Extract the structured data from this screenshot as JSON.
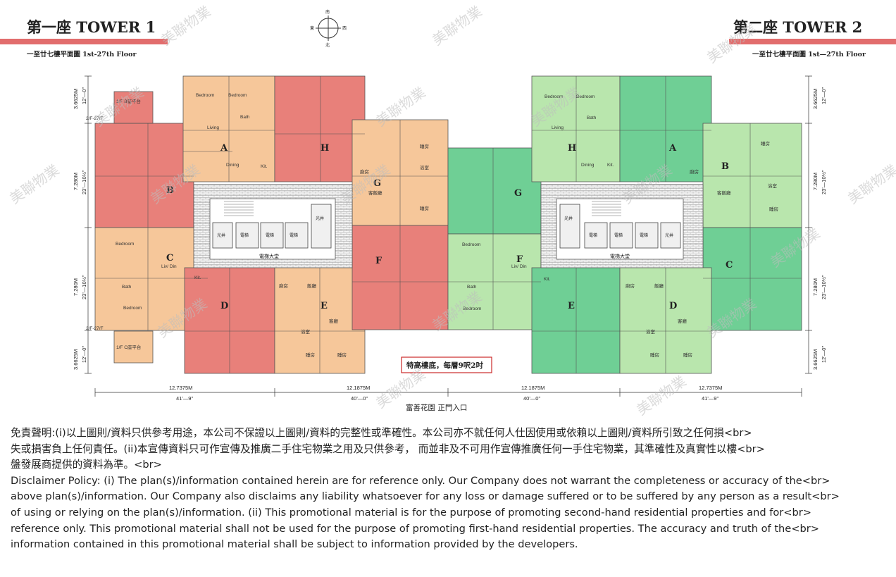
{
  "tower1": {
    "title": "第一座 TOWER 1",
    "floors": "一至廿七樓平面圖 1st-27th Floor"
  },
  "tower2": {
    "title": "第二座 TOWER 2",
    "floors": "一至廿七樓平面圖 1st—27th Floor"
  },
  "compass": {
    "north": "南",
    "west": "東",
    "east": "西",
    "south": "北"
  },
  "labels": {
    "entrance": "富善花園 正門入口",
    "special_floor": "特高樓底，每層9呎2吋",
    "lift_lobby": "電梯大堂",
    "platform_b": "1/F B座平台",
    "platform_c": "1/F C座平台",
    "floors_2_27": "2/F-27/F",
    "platform": "平台",
    "lift": "電梯",
    "shaft": "光井"
  },
  "unit_letters": {
    "t1": [
      "A",
      "H",
      "B",
      "C",
      "D",
      "E",
      "F",
      "G"
    ],
    "t2": [
      "H",
      "A",
      "B",
      "C",
      "E",
      "D",
      "F",
      "G"
    ]
  },
  "room_labels": {
    "bedroom": "Bedroom",
    "living": "Living",
    "dining": "Dining",
    "bath": "Bath",
    "kit": "Kit.",
    "liv_din": "Liv/ Din",
    "sleep": "睡房",
    "kitchen": "廚房",
    "dining_zh": "飯廳",
    "bath_zh": "浴室",
    "living_zh": "客廳",
    "living_dining_zh": "客飯廳"
  },
  "dimensions": {
    "bottom": [
      "12.7375M",
      "12.1875M",
      "12.1875M",
      "12.7375M"
    ],
    "bottom_ft": [
      "41'—9\"",
      "40'—0\"",
      "40'—0\"",
      "41'—9\""
    ],
    "side_m": [
      "3.6625M",
      "7.280M",
      "7.280M",
      "3.6625M"
    ],
    "side_ft": [
      "12'—0\"",
      "23'—10½\"",
      "23'—10½\"",
      "12'—0\""
    ]
  },
  "watermark": "美聯物業",
  "colors": {
    "red": "#e8807a",
    "orange": "#f6c79a",
    "green_dark": "#6fcf95",
    "green_light": "#b9e6ad",
    "accent_bar": "#e26d6d"
  },
  "disclaimer": {
    "zh_1": "免責聲明:(i)以上圖則/資料只供參考用途，本公司不保證以上圖則/資料的完整性或準確性。本公司亦不就任何人仕因使用或依賴以上圖則/資料所引致之任何損<br>",
    "zh_2": "失或損害負上任何責任。(ii)本宣傳資料只可作宣傳及推廣二手住宅物業之用及只供參考， 而並非及不可用作宣傳推廣任何一手住宅物業，其準確性及真實性以樓<br>",
    "zh_3": "盤發展商提供的資料為準。<br>",
    "en_1": "Disclaimer Policy: (i) The plan(s)/information contained herein are for reference only. Our Company does not warrant the completeness or accuracy of the<br>",
    "en_2": "above plan(s)/information. Our Company also disclaims any liability whatsoever for any loss or damage suffered or to be suffered by any person as a result<br>",
    "en_3": "of using or relying on the plan(s)/information. (ii) This promotional material is for the purpose of promoting second-hand residential properties and for<br>",
    "en_4": "reference only. This promotional material shall not be used for the purpose of promoting first-hand residential properties. The accuracy and truth of the<br>",
    "en_5": "information contained in this promotional material shall be subject to information provided by the developers."
  }
}
